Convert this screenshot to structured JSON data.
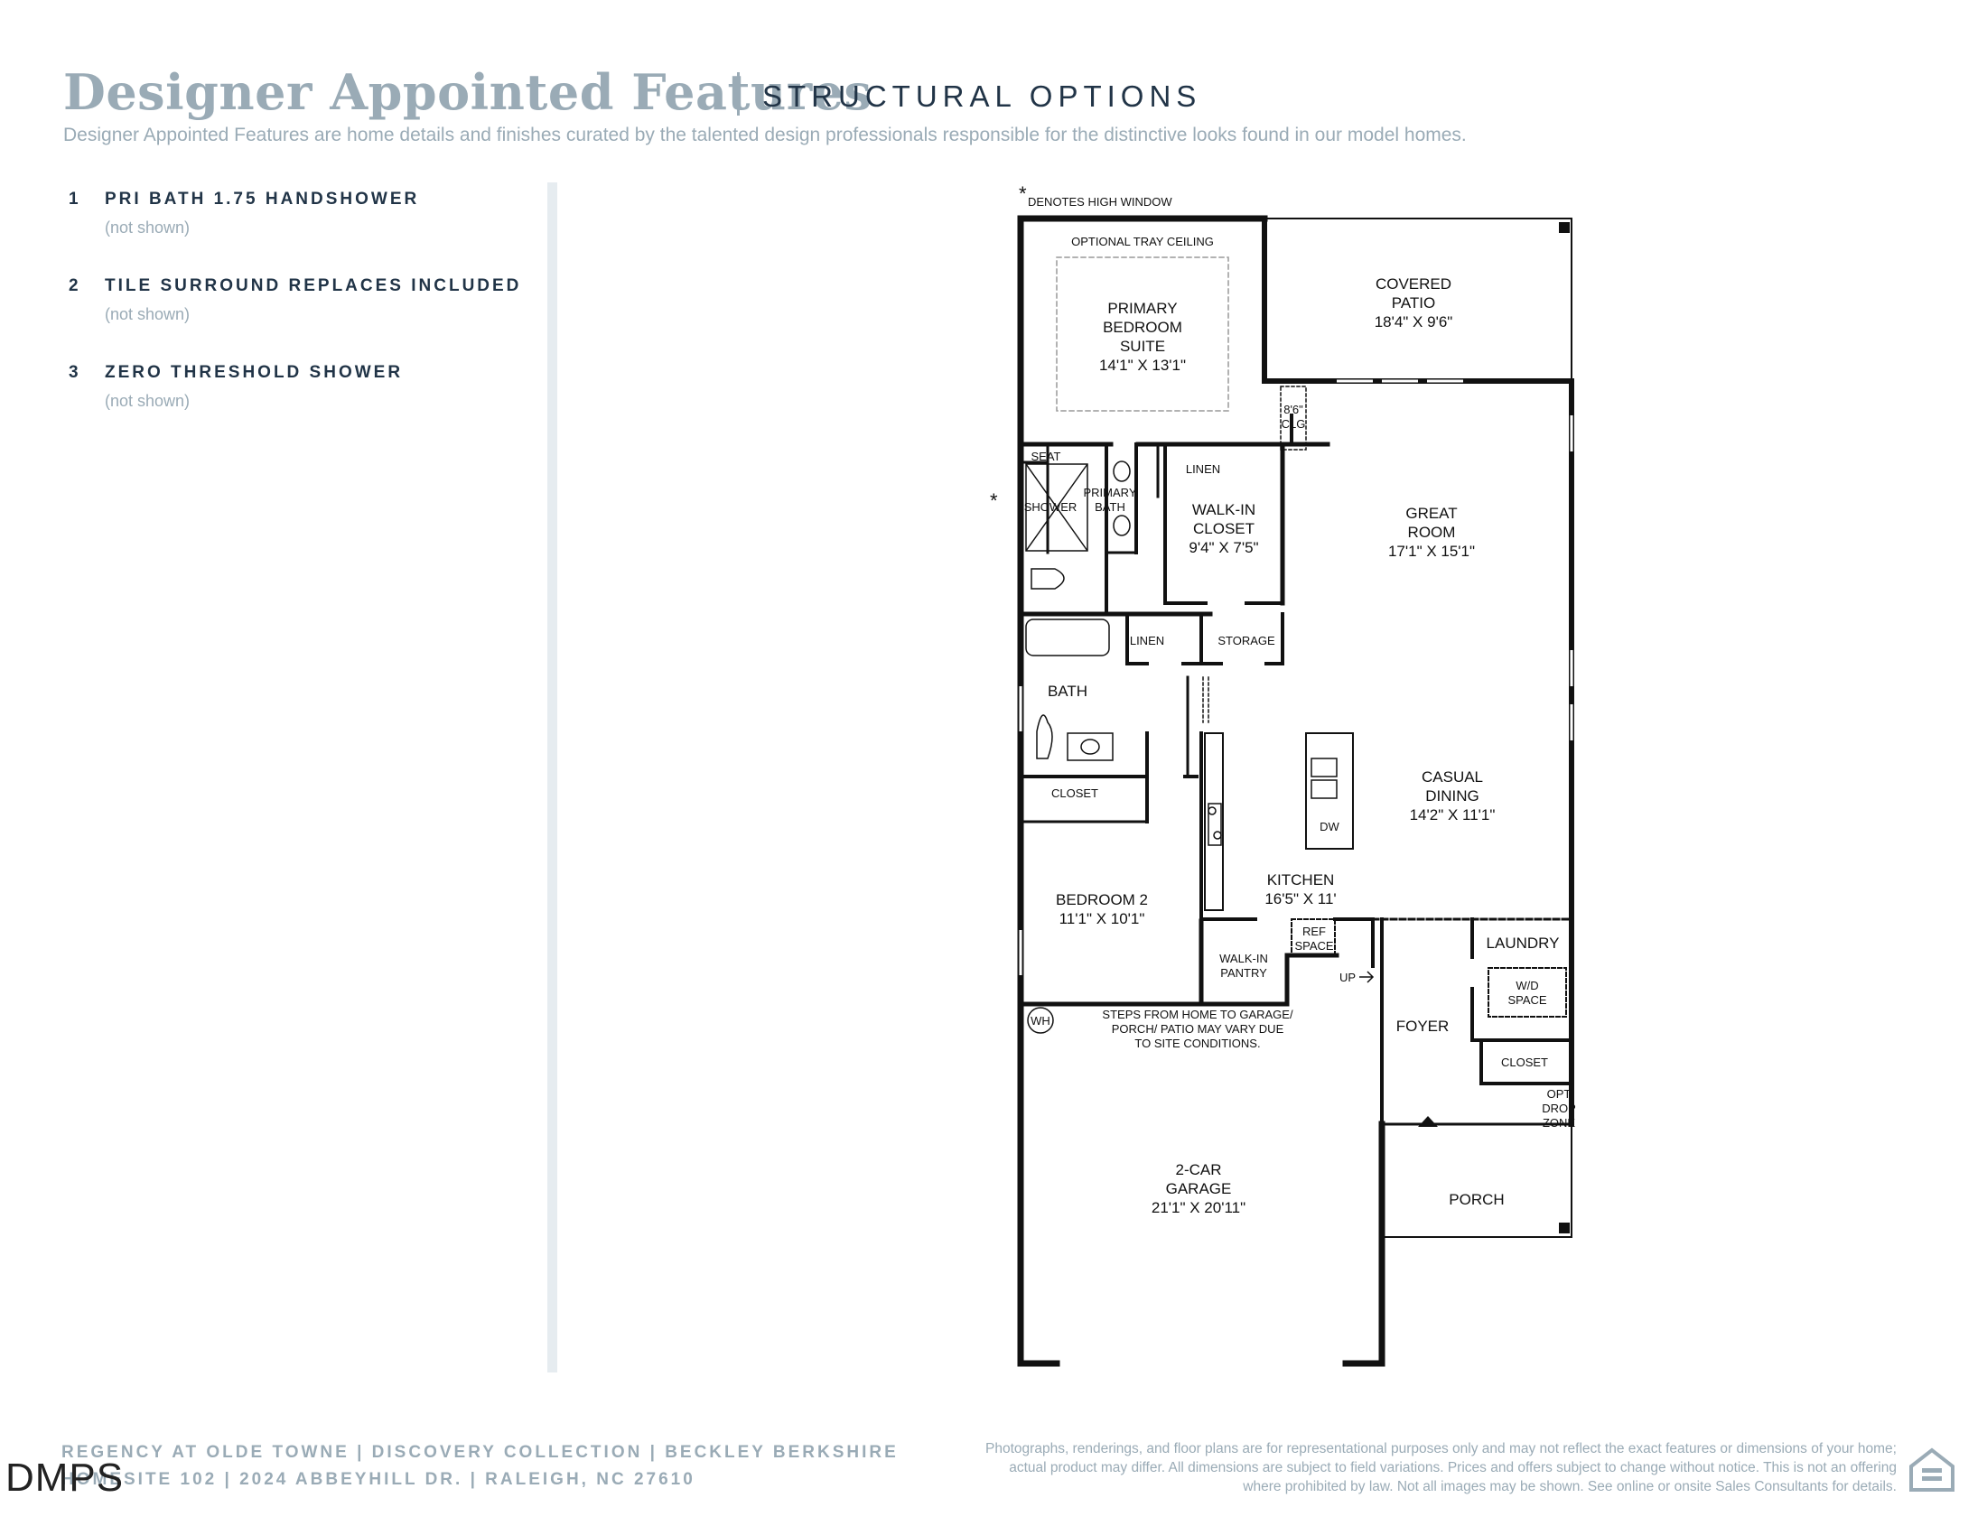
{
  "header": {
    "title": "Designer Appointed Features",
    "subtitle": "STRUCTURAL OPTIONS",
    "intro": "Designer Appointed Features are home details and finishes curated by the talented design professionals responsible for the distinctive looks found in our model homes."
  },
  "features": [
    {
      "num": "1",
      "name": "PRI BATH 1.75 HANDSHOWER",
      "note": "(not shown)"
    },
    {
      "num": "2",
      "name": "TILE SURROUND REPLACES INCLUDED",
      "note": "(not shown)"
    },
    {
      "num": "3",
      "name": "ZERO THRESHOLD SHOWER",
      "note": "(not shown)"
    }
  ],
  "plan": {
    "high_window_note": "DENOTES HIGH WINDOW",
    "asterisk": "*",
    "tray_ceiling": "OPTIONAL TRAY CEILING",
    "primary_bedroom": [
      "PRIMARY",
      "BEDROOM",
      "SUITE",
      "14'1\" X 13'1\""
    ],
    "covered_patio": [
      "COVERED",
      "PATIO",
      "18'4\" X 9'6\""
    ],
    "clg": [
      "8'6\"",
      "CLG"
    ],
    "seat": "SEAT",
    "shower": "SHOWER",
    "primary_bath": [
      "PRIMARY",
      "BATH"
    ],
    "linen_1": "LINEN",
    "walkin_closet": [
      "WALK-IN",
      "CLOSET",
      "9'4\" X 7'5\""
    ],
    "great_room": [
      "GREAT",
      "ROOM",
      "17'1\" X 15'1\""
    ],
    "linen_2": "LINEN",
    "storage": "STORAGE",
    "bath": "BATH",
    "closet_1": "CLOSET",
    "casual_dining": [
      "CASUAL",
      "DINING",
      "14'2\" X 11'1\""
    ],
    "dw": "DW",
    "kitchen": [
      "KITCHEN",
      "16'5\" X 11'"
    ],
    "bedroom2": [
      "BEDROOM 2",
      "11'1\" X 10'1\""
    ],
    "ref_space": [
      "REF",
      "SPACE"
    ],
    "walkin_pantry": [
      "WALK-IN",
      "PANTRY"
    ],
    "laundry": "LAUNDRY",
    "up": "UP",
    "wd_space": [
      "W/D",
      "SPACE"
    ],
    "wh": "WH",
    "steps_note": [
      "STEPS FROM HOME TO GARAGE/",
      "PORCH/ PATIO MAY VARY DUE",
      "TO SITE CONDITIONS."
    ],
    "foyer": "FOYER",
    "closet_2": "CLOSET",
    "drop_zone": [
      "OPT",
      "DROP",
      "ZONE"
    ],
    "garage": [
      "2-CAR",
      "GARAGE",
      "21'1\" X 20'11\""
    ],
    "porch": "PORCH"
  },
  "footer": {
    "line1": "REGENCY AT OLDE TOWNE | DISCOVERY COLLECTION  |  BECKLEY BERKSHIRE",
    "line2": "HOMESITE 102  |  2024 ABBEYHILL DR.  |  RALEIGH, NC 27610",
    "watermark": "DMPS",
    "disclaimer": "Photographs, renderings, and floor plans are for representational purposes only and may not reflect the exact features or dimensions of your home; actual product may differ. All dimensions are subject to field variations. Prices and offers subject to change without notice. This is not an offering where prohibited by law. Not all images may be shown. See online or onsite Sales Consultants for details.",
    "eho_icon": "equal-housing-opportunity-icon"
  }
}
